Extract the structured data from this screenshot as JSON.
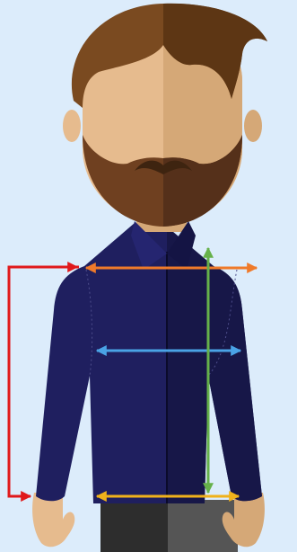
{
  "diagram": {
    "subject": "man-in-jacket-measurement-guide",
    "colors": {
      "background": "#dcecfb",
      "hair": "#7a4a20",
      "hair_shade": "#5d3614",
      "skin": "#e6bb8e",
      "skin_shade": "#d5a877",
      "beard": "#6f4020",
      "beard_shade": "#55301a",
      "jacket": "#1f1f5f",
      "jacket_shade": "#171748",
      "pants_left": "#2d2d2d",
      "pants_right": "#555555"
    },
    "measurements": [
      {
        "name": "sleeve-length",
        "color": "#e0191b",
        "icon": "red-bracket-arrow"
      },
      {
        "name": "shoulder-width",
        "color": "#ef7a2a",
        "icon": "orange-double-arrow"
      },
      {
        "name": "chest-width",
        "color": "#4aa3e6",
        "icon": "blue-double-arrow"
      },
      {
        "name": "jacket-length",
        "color": "#66b14a",
        "icon": "green-double-arrow"
      },
      {
        "name": "hem-width",
        "color": "#f0b21b",
        "icon": "yellow-double-arrow"
      }
    ]
  }
}
